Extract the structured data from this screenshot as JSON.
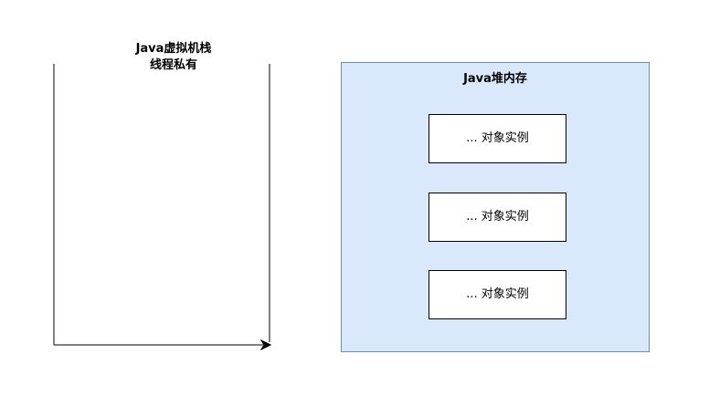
{
  "stack": {
    "title_line1": "Java虚拟机栈",
    "title_line2": "线程私有"
  },
  "heap": {
    "title": "Java堆内存",
    "objects": [
      {
        "label": "... 对象实例"
      },
      {
        "label": "... 对象实例"
      },
      {
        "label": "... 对象实例"
      }
    ]
  },
  "colors": {
    "heap_fill": "#dae8fc",
    "heap_stroke": "#6c8ebf",
    "object_fill": "#ffffff",
    "line": "#000000"
  }
}
